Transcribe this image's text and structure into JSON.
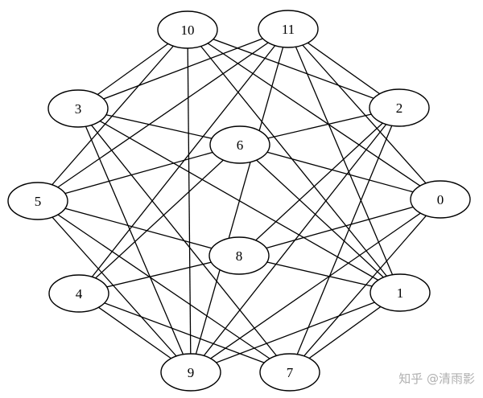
{
  "graph": {
    "nodes": [
      {
        "id": "10",
        "label": "10"
      },
      {
        "id": "11",
        "label": "11"
      },
      {
        "id": "3",
        "label": "3"
      },
      {
        "id": "2",
        "label": "2"
      },
      {
        "id": "6",
        "label": "6"
      },
      {
        "id": "5",
        "label": "5"
      },
      {
        "id": "0",
        "label": "0"
      },
      {
        "id": "8",
        "label": "8"
      },
      {
        "id": "4",
        "label": "4"
      },
      {
        "id": "1",
        "label": "1"
      },
      {
        "id": "9",
        "label": "9"
      },
      {
        "id": "7",
        "label": "7"
      }
    ],
    "edges": [
      [
        "10",
        "3"
      ],
      [
        "10",
        "5"
      ],
      [
        "10",
        "9"
      ],
      [
        "10",
        "2"
      ],
      [
        "10",
        "1"
      ],
      [
        "10",
        "0"
      ],
      [
        "11",
        "3"
      ],
      [
        "11",
        "5"
      ],
      [
        "11",
        "4"
      ],
      [
        "11",
        "9"
      ],
      [
        "11",
        "0"
      ],
      [
        "11",
        "1"
      ],
      [
        "11",
        "2"
      ],
      [
        "3",
        "6"
      ],
      [
        "3",
        "7"
      ],
      [
        "3",
        "1"
      ],
      [
        "3",
        "9"
      ],
      [
        "2",
        "6"
      ],
      [
        "2",
        "8"
      ],
      [
        "2",
        "9"
      ],
      [
        "2",
        "7"
      ],
      [
        "6",
        "5"
      ],
      [
        "6",
        "4"
      ],
      [
        "6",
        "0"
      ],
      [
        "6",
        "1"
      ],
      [
        "5",
        "8"
      ],
      [
        "5",
        "7"
      ],
      [
        "5",
        "9"
      ],
      [
        "0",
        "8"
      ],
      [
        "0",
        "9"
      ],
      [
        "0",
        "7"
      ],
      [
        "8",
        "4"
      ],
      [
        "8",
        "1"
      ],
      [
        "4",
        "9"
      ],
      [
        "4",
        "7"
      ],
      [
        "1",
        "9"
      ],
      [
        "1",
        "7"
      ]
    ]
  },
  "watermark": "知乎 @清雨影"
}
